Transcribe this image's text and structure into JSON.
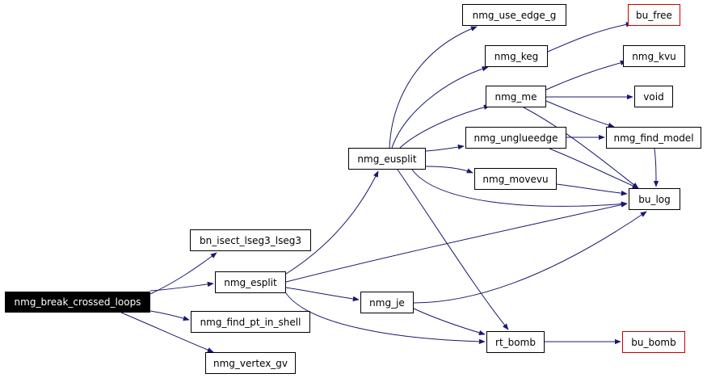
{
  "graph": {
    "edge_color": "#191970",
    "nodes": {
      "root": "nmg_break_crossed_loops",
      "bn_isect": "bn_isect_lseg3_lseg3",
      "nmg_esplit": "nmg_esplit",
      "find_pt": "nmg_find_pt_in_shell",
      "vertex_gv": "nmg_vertex_gv",
      "nmg_eusplit": "nmg_eusplit",
      "nmg_je": "nmg_je",
      "use_edge_g": "nmg_use_edge_g",
      "nmg_keg": "nmg_keg",
      "nmg_me": "nmg_me",
      "unglueedge": "nmg_unglueedge",
      "movevu": "nmg_movevu",
      "rt_bomb": "rt_bomb",
      "bu_free": "bu_free",
      "nmg_kvu": "nmg_kvu",
      "void": "void",
      "find_model": "nmg_find_model",
      "bu_log": "bu_log",
      "bu_bomb": "bu_bomb"
    }
  }
}
